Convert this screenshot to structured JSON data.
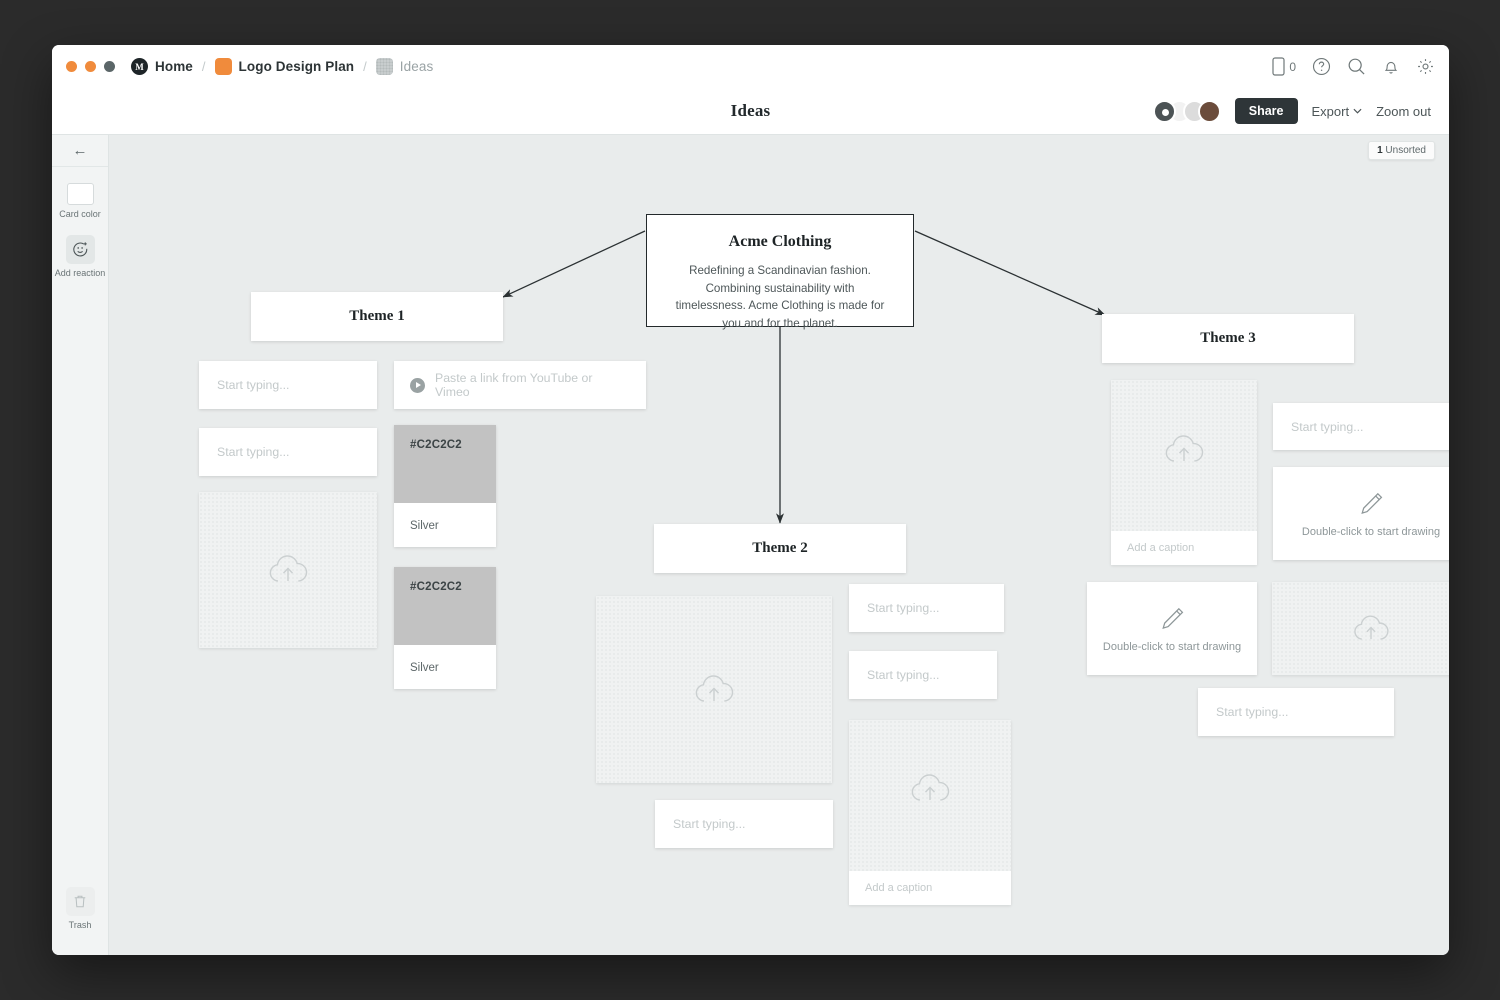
{
  "window": {
    "traffic_lights": [
      "close",
      "minimize",
      "maximize"
    ]
  },
  "topbar": {
    "breadcrumbs": [
      {
        "label": "Home",
        "icon": "milanote-home-icon"
      },
      {
        "label": "Logo Design Plan",
        "icon": "orange-folder-icon"
      },
      {
        "label": "Ideas",
        "icon": "grey-board-icon"
      }
    ],
    "separator": "/",
    "mobile_count": "0",
    "icons": [
      "mobile-icon",
      "help-icon",
      "search-icon",
      "notifications-icon",
      "settings-icon"
    ]
  },
  "subbar": {
    "board_title": "Ideas",
    "share_label": "Share",
    "export_label": "Export",
    "export_caret": "⌄",
    "zoom_label": "Zoom out"
  },
  "rail": {
    "back_icon": "←",
    "card_color_label": "Card color",
    "add_reaction_label": "Add reaction",
    "trash_label": "Trash"
  },
  "canvas": {
    "unsorted_count": "1",
    "unsorted_label": "Unsorted"
  },
  "root_card": {
    "title": "Acme Clothing",
    "body": "Redefining a Scandinavian fashion. Combining sustainability with timelessness. Acme Clothing is made for you and for the planet."
  },
  "themes": {
    "theme1": "Theme 1",
    "theme2": "Theme 2",
    "theme3": "Theme 3"
  },
  "placeholders": {
    "start_typing": "Start typing...",
    "video": "Paste a link from YouTube or Vimeo",
    "caption": "Add a caption",
    "drawing": "Double-click to start drawing"
  },
  "swatches": [
    {
      "hex": "#C2C2C2",
      "name": "Silver",
      "color": "#c2c2c2"
    },
    {
      "hex": "#C2C2C2",
      "name": "Silver",
      "color": "#c2c2c2"
    }
  ],
  "colors": {
    "accent": "#f08b3c",
    "canvas_bg": "#e9ecec",
    "card_bg": "#ffffff",
    "text": "#2d3436",
    "share_bg": "#2e3538"
  }
}
